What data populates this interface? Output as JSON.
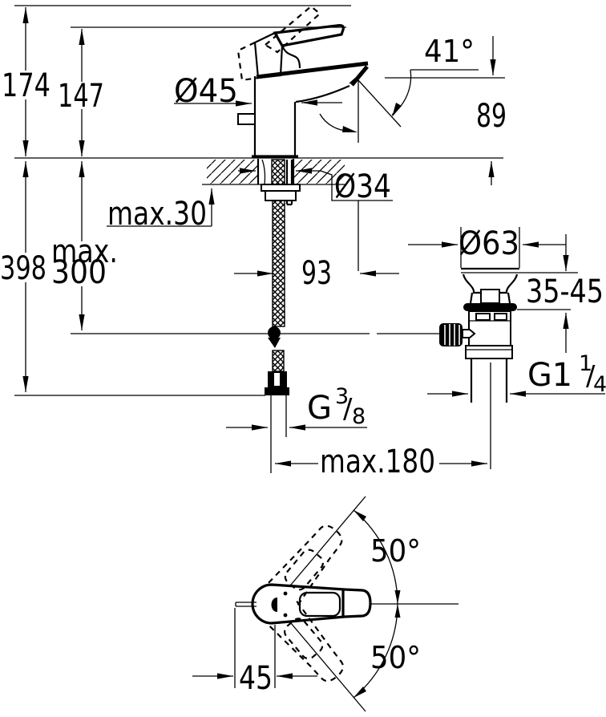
{
  "drawing": {
    "title_semantic": "single-lever basin mixer technical dimension drawing",
    "colors": {
      "line": "#000000",
      "background": "#ffffff"
    },
    "side_view": {
      "dims": {
        "height_total": "174",
        "height_to_spout_top": "147",
        "body_diameter": "Ø45",
        "spout_angle": "41°",
        "spout_height": "89",
        "deck_thickness_max": "max.30",
        "hole_diameter": "Ø34",
        "below_deck_total": "398",
        "hose_length_max_line1": "max.",
        "hose_length_max_line2": "300",
        "spout_reach": "93",
        "waste_flange_diameter": "Ø63",
        "waste_height_range": "35-45",
        "waste_thread_base": "G1",
        "waste_thread_sup": "1",
        "waste_thread_slash": "/",
        "waste_thread_sub": "4",
        "supply_thread_base": "G",
        "supply_thread_sup": "3",
        "supply_thread_slash": "/",
        "supply_thread_sub": "8",
        "rod_reach_max": "max.180"
      }
    },
    "top_view": {
      "dims": {
        "handle_swing_up": "50°",
        "handle_swing_down": "50°",
        "handle_offset": "45"
      }
    }
  }
}
